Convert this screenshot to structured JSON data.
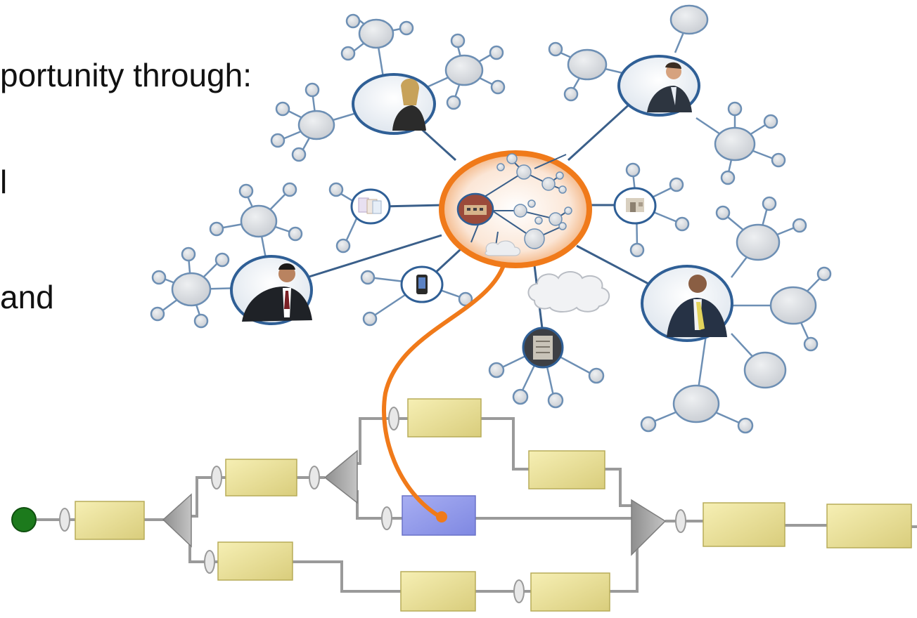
{
  "slide": {
    "text_fragments": [
      "portunity through:",
      "l",
      "and"
    ]
  },
  "colors": {
    "line": "#3a5f8a",
    "bubble_fill": "#d8dce0",
    "bubble_stroke": "#2f5f96",
    "satellite_stroke": "#6d8fb4",
    "highlight": "#f07a1a",
    "process_box": "#ece29a",
    "process_box_stroke": "#b7ac58",
    "active_box": "#8f97ea",
    "connector": "#9a9a9a",
    "start_node": "#1c7a1c"
  },
  "icons": {
    "person_nodes": [
      "person-icon",
      "person-icon",
      "person-icon",
      "person-icon"
    ],
    "device_nodes": [
      "building-icon",
      "phone-icon",
      "server-icon",
      "document-icon",
      "office-icon"
    ],
    "cloud": "cloud-icon"
  }
}
